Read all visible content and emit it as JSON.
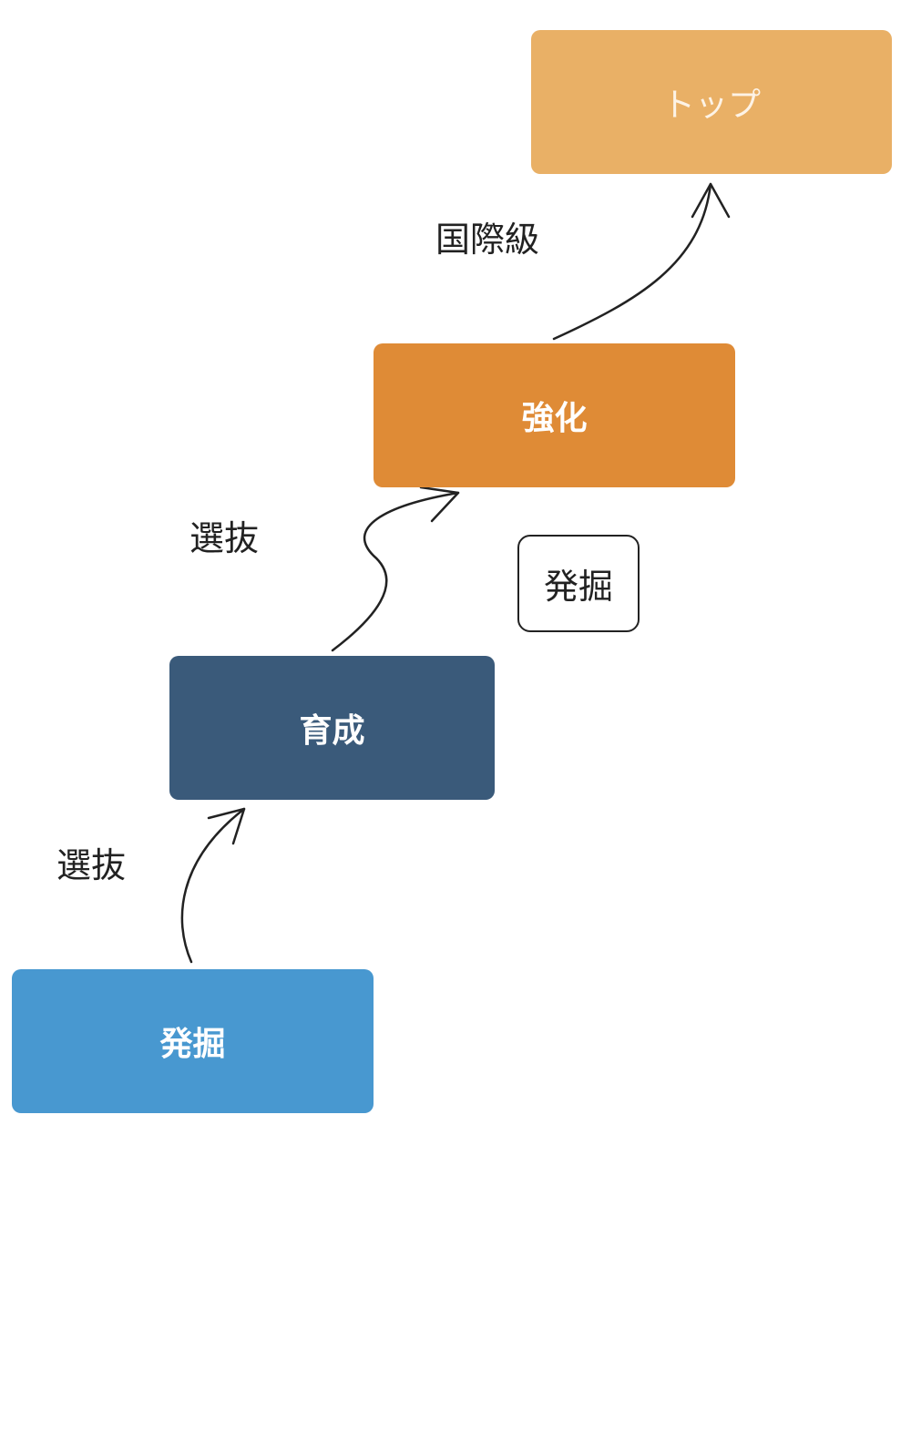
{
  "diagram": {
    "nodes": {
      "top": "トップ",
      "strengthen": "強化",
      "develop": "育成",
      "discover": "発掘",
      "discover_small": "発掘"
    },
    "labels": {
      "international": "国際級",
      "select_upper": "選抜",
      "select_lower": "選抜"
    },
    "colors": {
      "top": "#e9b066",
      "strengthen": "#df8b36",
      "develop": "#3a5a7a",
      "discover": "#4898d0"
    }
  }
}
